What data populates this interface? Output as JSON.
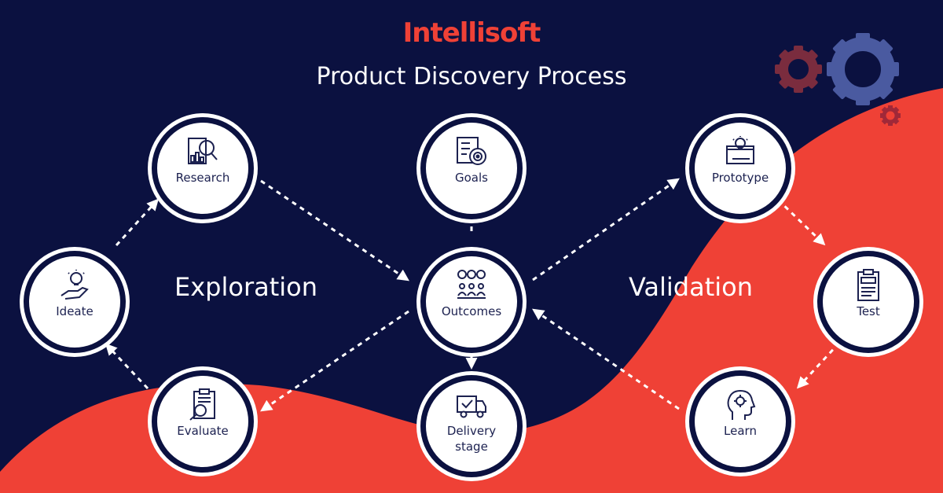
{
  "brand": {
    "logo_text": "Intellisoft",
    "accent": "#ef4136",
    "navy": "#0b1140"
  },
  "title": "Product Discovery Process",
  "phases": {
    "exploration": "Exploration",
    "validation": "Validation"
  },
  "nodes": {
    "research": {
      "label": "Research",
      "icon": "magnifier-chart-icon"
    },
    "goals": {
      "label": "Goals",
      "icon": "target-checklist-icon"
    },
    "prototype": {
      "label": "Prototype",
      "icon": "blueprint-lightbulb-icon"
    },
    "ideate": {
      "label": "Ideate",
      "icon": "hand-lightbulb-icon"
    },
    "outcomes": {
      "label": "Outcomes",
      "icon": "people-results-icon"
    },
    "test": {
      "label": "Test",
      "icon": "test-clipboard-icon"
    },
    "evaluate": {
      "label": "Evaluate",
      "icon": "clipboard-magnifier-icon"
    },
    "delivery": {
      "label": "Delivery stage",
      "line1": "Delivery",
      "line2": "stage",
      "icon": "delivery-truck-icon"
    },
    "learn": {
      "label": "Learn",
      "icon": "head-gear-icon"
    }
  },
  "decoration": {
    "gears": [
      "large-gear-icon",
      "medium-gear-icon",
      "small-gear-icon"
    ]
  }
}
